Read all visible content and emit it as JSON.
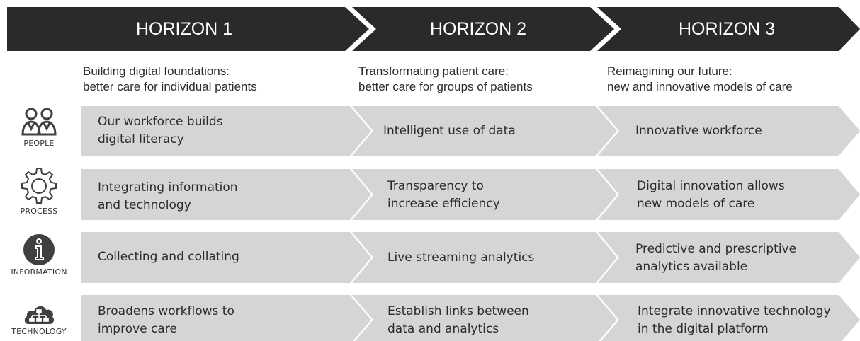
{
  "horizons": [
    {
      "title": "HORIZON 1",
      "subtitle": [
        "Building digital foundations:",
        "better care for individual patients"
      ]
    },
    {
      "title": "HORIZON 2",
      "subtitle": [
        "Transformating patient care:",
        "better care for groups of patients"
      ]
    },
    {
      "title": "HORIZON 3",
      "subtitle": [
        "Reimagining our future:",
        "new and innovative models of care"
      ]
    }
  ],
  "rows": [
    {
      "label": "PEOPLE",
      "icon": "people-icon",
      "cells": [
        [
          "Our workforce builds",
          "digital literacy"
        ],
        [
          "Intelligent use of data"
        ],
        [
          "Innovative workforce"
        ]
      ]
    },
    {
      "label": "PROCESS",
      "icon": "gear-icon",
      "cells": [
        [
          "Integrating information",
          "and technology"
        ],
        [
          "Transparency to",
          "increase efficiency"
        ],
        [
          "Digital innovation allows",
          "new models of care"
        ]
      ]
    },
    {
      "label": "INFORMATION",
      "icon": "info-icon",
      "cells": [
        [
          "Collecting and collating"
        ],
        [
          "Live streaming analytics"
        ],
        [
          "Predictive and prescriptive",
          "analytics available"
        ]
      ]
    },
    {
      "label": "TECHNOLOGY",
      "icon": "cloud-network-icon",
      "cells": [
        [
          "Broadens workflows to",
          "improve care"
        ],
        [
          "Establish links between",
          "data and analytics"
        ],
        [
          "Integrate innovative technology",
          "in the digital platform"
        ]
      ]
    }
  ],
  "colors": {
    "header": "#2a2a2a",
    "cell": "#d5d5d5",
    "text": "#2b2b2b",
    "icon": "#404040"
  }
}
